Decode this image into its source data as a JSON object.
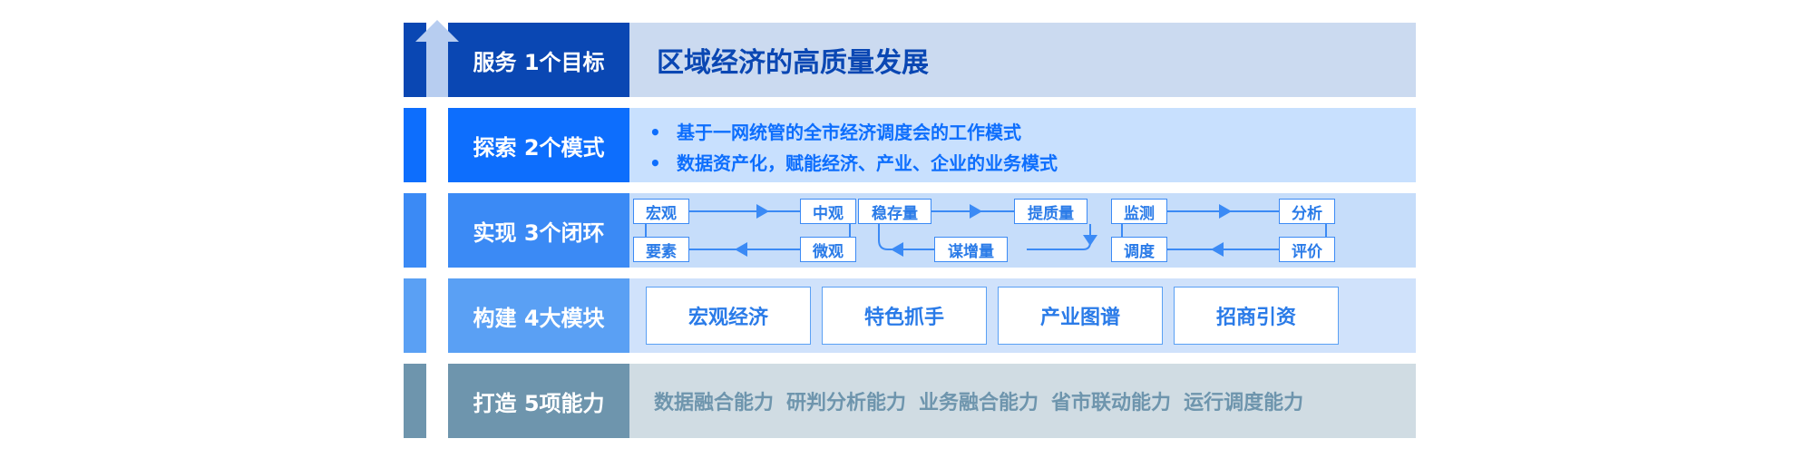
{
  "rows": [
    {
      "label": "服务 1个目标",
      "content": {
        "text": "区域经济的高质量发展"
      }
    },
    {
      "label": "探索 2个模式",
      "content": {
        "bullets": [
          "基于一网统管的全市经济调度会的工作模式",
          "数据资产化，赋能经济、产业、企业的业务模式"
        ]
      }
    },
    {
      "label": "实现 3个闭环",
      "content": {
        "loops": [
          {
            "nodes": [
              "宏观",
              "中观",
              "微观",
              "要素"
            ]
          },
          {
            "nodes": [
              "稳存量",
              "提质量",
              "谋增量"
            ]
          },
          {
            "nodes": [
              "监测",
              "分析",
              "评价",
              "调度"
            ]
          }
        ]
      }
    },
    {
      "label": "构建 4大模块",
      "content": {
        "modules": [
          "宏观经济",
          "特色抓手",
          "产业图谱",
          "招商引资"
        ]
      }
    },
    {
      "label": "打造 5项能力",
      "content": {
        "capabilities": [
          "数据融合能力",
          "研判分析能力",
          "业务融合能力",
          "省市联动能力",
          "运行调度能力"
        ]
      }
    }
  ],
  "bullet_symbol": "•",
  "colors": {
    "row1_dark": "#0a47b3",
    "row1_light": "#cbdaf0",
    "row2_dark": "#0d6efd",
    "row2_light": "#c8e0fe",
    "row3_dark": "#3b8af5",
    "row3_light": "#c6ddfa",
    "row4_dark": "#5aa0f4",
    "row4_light": "#d0e2fb",
    "row5_dark": "#6e95ad",
    "row5_light": "#d0dce3",
    "arrow": "#b7cdf0"
  },
  "icons": {
    "up_arrow": "up-arrow-icon",
    "flow_arrow": "arrowhead-icon"
  }
}
